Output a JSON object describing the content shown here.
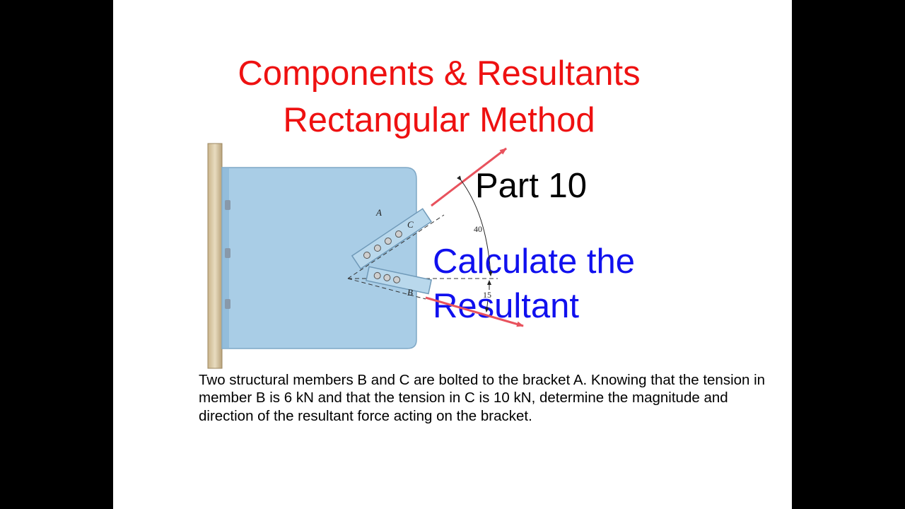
{
  "colors": {
    "title": "#ee1111",
    "subtitle": "#1010ee",
    "part": "#000000",
    "force_arrow": "#e8525d",
    "bracket": "#a9cde6"
  },
  "title": {
    "line1": "Components & Resultants",
    "line2": "Rectangular Method"
  },
  "part": "Part 10",
  "subtitle": {
    "line1": "Calculate the",
    "line2": "Resultant"
  },
  "problem_text": "Two structural members B and C are bolted to the bracket A. Knowing that the tension in member B is 6 kN and that the tension in C is 10 kN, determine the magnitude and direction of the resultant force acting on the bracket.",
  "figure": {
    "label_bracket": "A",
    "label_member_c": "C",
    "label_member_b": "B",
    "angle_c_deg": "40",
    "angle_b_deg": "15"
  }
}
